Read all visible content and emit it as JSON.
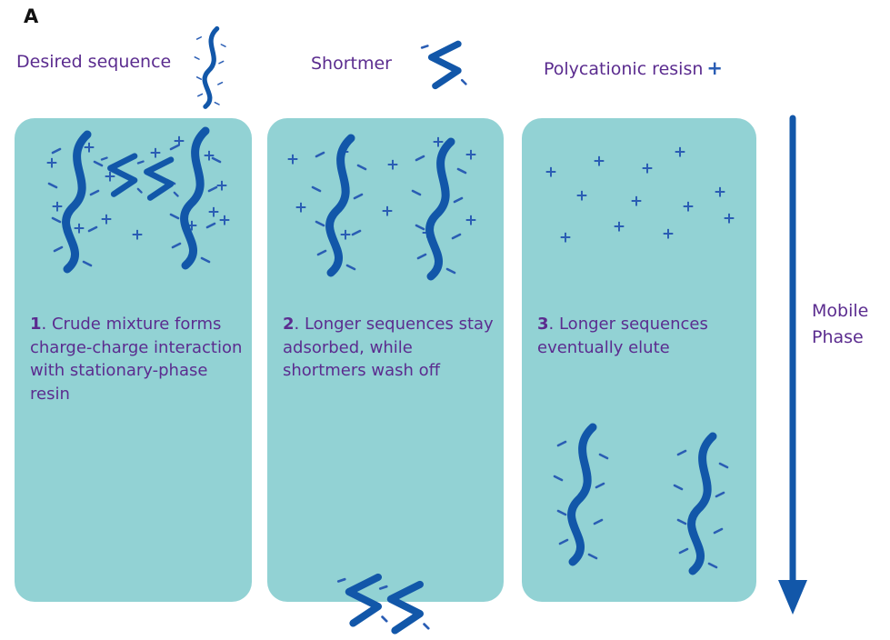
{
  "figure_label": "A",
  "legend": {
    "desired_sequence": "Desired sequence",
    "shortmer": "Shortmer",
    "polycationic_resin": "Polycationic resisn",
    "plus_symbol": "+"
  },
  "panels": [
    {
      "number": "1",
      "caption": ". Crude mixture forms charge-charge interaction with stationary-phase resin"
    },
    {
      "number": "2",
      "caption": ". Longer sequences stay adsorbed, while shortmers wash off"
    },
    {
      "number": "3",
      "caption": ". Longer sequences eventually elute"
    }
  ],
  "mobile_phase_label": "Mobile Phase",
  "plus_symbol": "+",
  "plus_marks": [
    [
      57,
      180
    ],
    [
      98,
      163
    ],
    [
      121,
      195
    ],
    [
      63,
      228
    ],
    [
      87,
      252
    ],
    [
      117,
      242
    ],
    [
      151,
      259
    ],
    [
      171,
      169
    ],
    [
      197,
      156
    ],
    [
      230,
      172
    ],
    [
      244,
      205
    ],
    [
      235,
      234
    ],
    [
      211,
      249
    ],
    [
      247,
      243
    ],
    [
      322,
      176
    ],
    [
      378,
      168
    ],
    [
      432,
      182
    ],
    [
      482,
      157
    ],
    [
      518,
      171
    ],
    [
      331,
      229
    ],
    [
      426,
      233
    ],
    [
      518,
      243
    ],
    [
      380,
      259
    ],
    [
      470,
      257
    ],
    [
      606,
      190
    ],
    [
      659,
      178
    ],
    [
      712,
      186
    ],
    [
      748,
      168
    ],
    [
      792,
      212
    ],
    [
      640,
      216
    ],
    [
      700,
      222
    ],
    [
      757,
      228
    ],
    [
      622,
      262
    ],
    [
      681,
      250
    ],
    [
      735,
      258
    ],
    [
      802,
      241
    ]
  ],
  "colors": {
    "panel_bg": "#92d2d4",
    "strand_blue": "#1257a9",
    "charge_blue": "#2a5db4",
    "text_purple": "#5b2c8f"
  }
}
